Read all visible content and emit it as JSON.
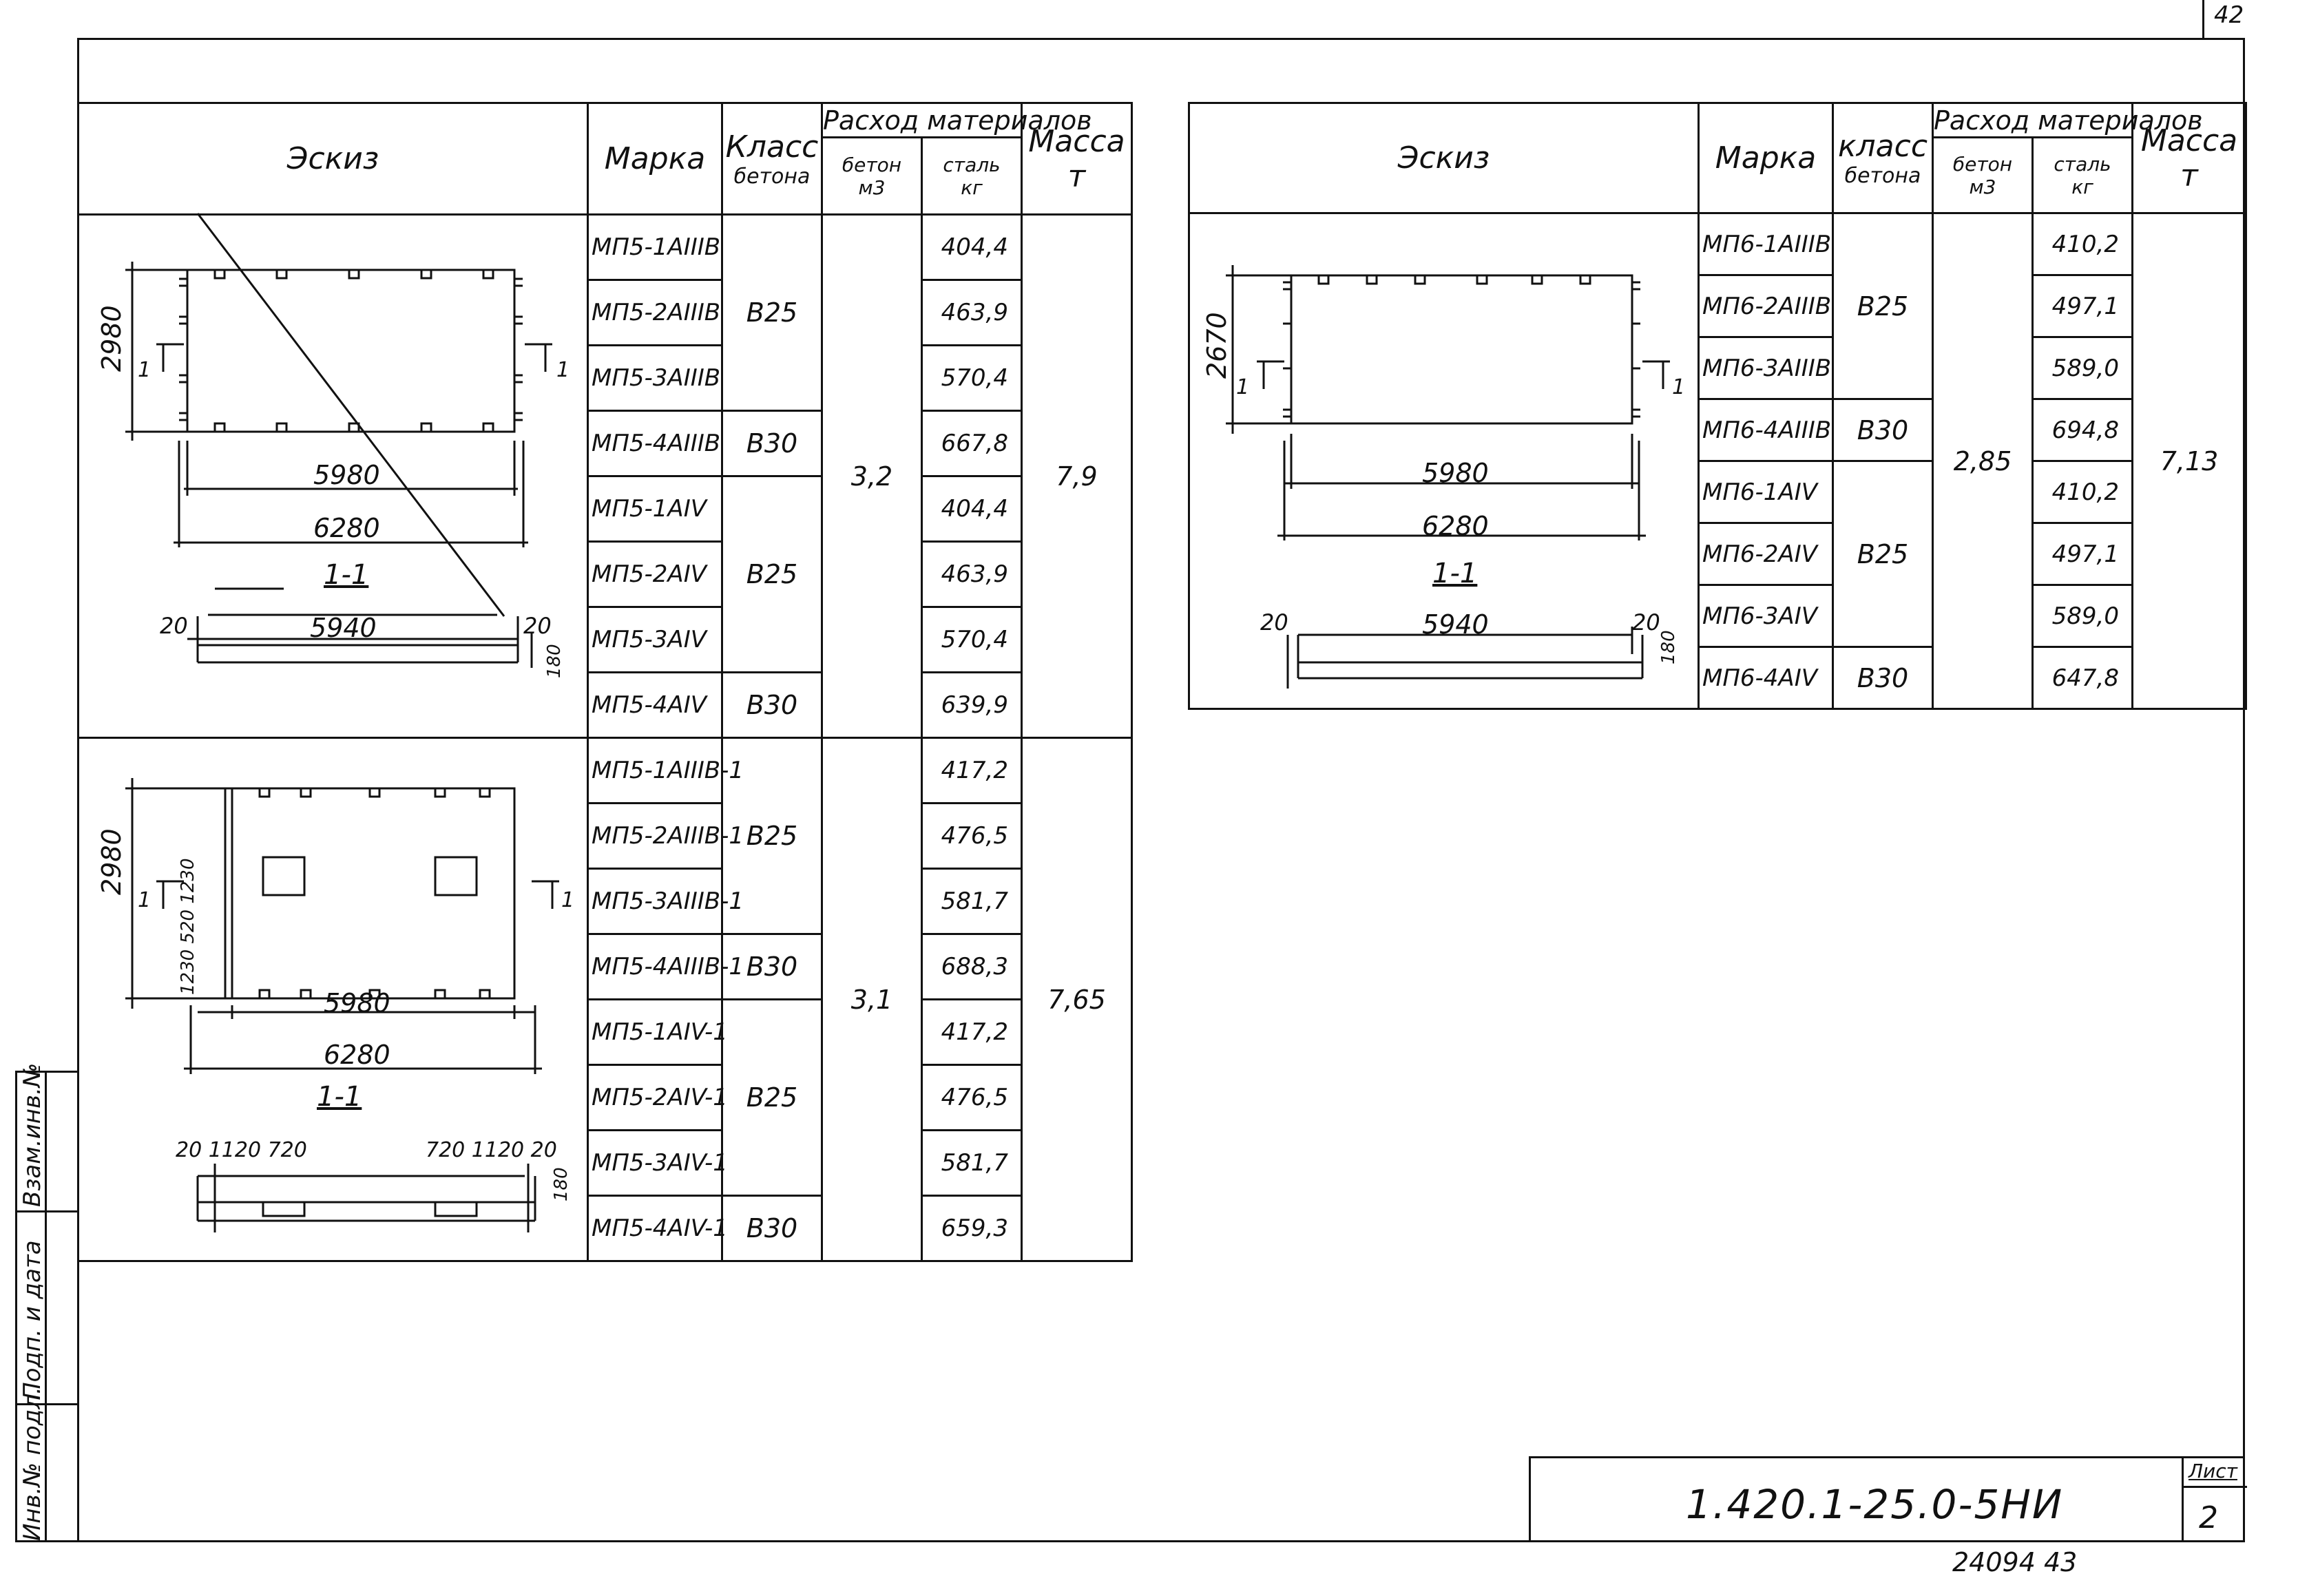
{
  "page_marker": "42",
  "left_table": {
    "headers": {
      "sketch": "Эскиз",
      "mark": "Марка",
      "class_line1": "Класс",
      "class_line2": "бетона",
      "consumption": "Расход материалов",
      "concrete": "бетон",
      "concrete_unit": "м3",
      "steel": "сталь",
      "steel_unit": "кг",
      "mass": "Масса",
      "mass_unit": "т"
    },
    "group1": {
      "rows": [
        {
          "mark": "МП5-1АIIIВ",
          "steel": "404,4"
        },
        {
          "mark": "МП5-2АIIIВ",
          "steel": "463,9"
        },
        {
          "mark": "МП5-3АIIIВ",
          "steel": "570,4"
        },
        {
          "mark": "МП5-4АIIIВ",
          "steel": "667,8"
        },
        {
          "mark": "МП5-1АIV",
          "steel": "404,4"
        },
        {
          "mark": "МП5-2АIV",
          "steel": "463,9"
        },
        {
          "mark": "МП5-3АIV",
          "steel": "570,4"
        },
        {
          "mark": "МП5-4АIV",
          "steel": "639,9"
        }
      ],
      "classes": [
        "В25",
        "В30",
        "В25",
        "В30"
      ],
      "concrete": "3,2",
      "mass": "7,9",
      "sketch": {
        "height": "2980",
        "width_inner": "5980",
        "width_outer": "6280",
        "section": "1-1",
        "section_width": "5940",
        "edge": "20",
        "thickness": "180",
        "cut": "1"
      }
    },
    "group2": {
      "rows": [
        {
          "mark": "МП5-1АIIIВ-1",
          "steel": "417,2"
        },
        {
          "mark": "МП5-2АIIIВ-1",
          "steel": "476,5"
        },
        {
          "mark": "МП5-3АIIIВ-1",
          "steel": "581,7"
        },
        {
          "mark": "МП5-4АIIIВ-1",
          "steel": "688,3"
        },
        {
          "mark": "МП5-1АIV-1",
          "steel": "417,2"
        },
        {
          "mark": "МП5-2АIV-1",
          "steel": "476,5"
        },
        {
          "mark": "МП5-3АIV-1",
          "steel": "581,7"
        },
        {
          "mark": "МП5-4АIV-1",
          "steel": "659,3"
        }
      ],
      "classes": [
        "В25",
        "В30",
        "В25",
        "В30"
      ],
      "concrete": "3,1",
      "mass": "7,65",
      "sketch": {
        "height": "2980",
        "width_inner": "5980",
        "width_outer": "6280",
        "section": "1-1",
        "side_dims": "1230 520 1230",
        "section_dims_left": "20 1120 720",
        "section_dims_right": "720 1120 20",
        "thickness": "180",
        "cut": "1"
      }
    }
  },
  "right_table": {
    "headers": {
      "sketch": "Эскиз",
      "mark": "Марка",
      "class_line1": "класс",
      "class_line2": "бетона",
      "consumption": "Расход материалов",
      "concrete": "бетон",
      "concrete_unit": "м3",
      "steel": "сталь",
      "steel_unit": "кг",
      "mass": "Масса",
      "mass_unit": "т"
    },
    "rows": [
      {
        "mark": "МП6-1АIIIВ",
        "steel": "410,2"
      },
      {
        "mark": "МП6-2АIIIВ",
        "steel": "497,1"
      },
      {
        "mark": "МП6-3АIIIВ",
        "steel": "589,0"
      },
      {
        "mark": "МП6-4АIIIВ",
        "steel": "694,8"
      },
      {
        "mark": "МП6-1АIV",
        "steel": "410,2"
      },
      {
        "mark": "МП6-2АIV",
        "steel": "497,1"
      },
      {
        "mark": "МП6-3АIV",
        "steel": "589,0"
      },
      {
        "mark": "МП6-4АIV",
        "steel": "647,8"
      }
    ],
    "classes": [
      "В25",
      "В30",
      "В25",
      "В30"
    ],
    "concrete": "2,85",
    "mass": "7,13",
    "sketch": {
      "height": "2670",
      "width_inner": "5980",
      "width_outer": "6280",
      "section": "1-1",
      "section_width": "5940",
      "edge": "20",
      "thickness": "180",
      "cut": "1"
    }
  },
  "side_stamp": [
    "Взам.инв.№",
    "Подп. и дата",
    "Инв.№ подл."
  ],
  "title_block": {
    "doc_code": "1.420.1-25.0-5НИ",
    "sheet_label": "Лист",
    "sheet_number": "2"
  },
  "footer_number": "24094 43"
}
